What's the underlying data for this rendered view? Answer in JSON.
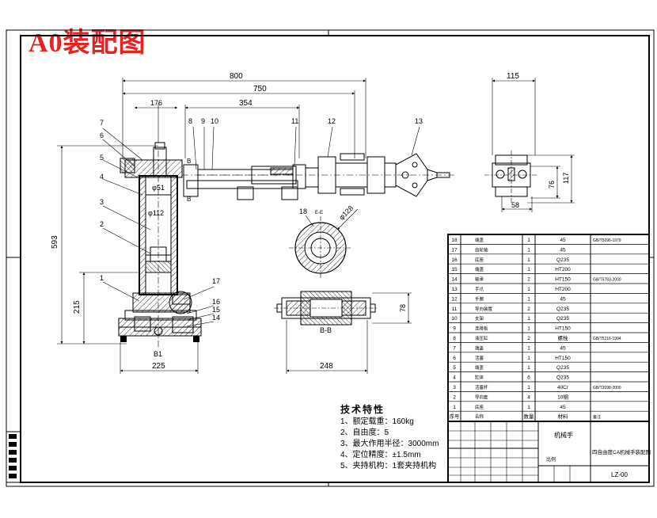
{
  "title": "A0装配图",
  "dims": {
    "d800": "800",
    "d750": "750",
    "d354": "354",
    "d176": "176",
    "d593": "593",
    "d215": "215",
    "d225": "225",
    "d248": "248",
    "d115": "115",
    "d76": "76",
    "d117": "117",
    "d58": "58",
    "d78": "78",
    "phi128": "φ128",
    "phi51": "φ51",
    "phi112": "φ112"
  },
  "section_labels": {
    "bb": "B-B",
    "b": "B",
    "b1": "B1",
    "ee": "E-E"
  },
  "balloons": [
    "1",
    "2",
    "3",
    "4",
    "5",
    "6",
    "7",
    "8",
    "9",
    "10",
    "11",
    "12",
    "13",
    "14",
    "15",
    "16",
    "17",
    "18"
  ],
  "tech": {
    "heading": "技术特性",
    "items": [
      "1、额定载重：160kg",
      "2、自由度：5",
      "3、最大作用半径：3000mm",
      "4、定位精度：±1.5mm",
      "5、夹持机构：1套夹持机构"
    ]
  },
  "bom": [
    {
      "no": "18",
      "name": "端盖",
      "qty": "1",
      "mat": "45",
      "std": "GB/T5096-1979"
    },
    {
      "no": "17",
      "name": "齿轮轴",
      "qty": "1",
      "mat": "45",
      "std": ""
    },
    {
      "no": "16",
      "name": "底座",
      "qty": "1",
      "mat": "Q235",
      "std": ""
    },
    {
      "no": "15",
      "name": "端盖",
      "qty": "1",
      "mat": "HT200",
      "std": ""
    },
    {
      "no": "14",
      "name": "轴承",
      "qty": "2",
      "mat": "HT150",
      "std": "GB/T5783-2000"
    },
    {
      "no": "13",
      "name": "手爪",
      "qty": "1",
      "mat": "HT200",
      "std": ""
    },
    {
      "no": "12",
      "name": "手腕",
      "qty": "1",
      "mat": "45",
      "std": ""
    },
    {
      "no": "11",
      "name": "导向装置",
      "qty": "2",
      "mat": "Q235",
      "std": ""
    },
    {
      "no": "10",
      "name": "支架",
      "qty": "1",
      "mat": "Q235",
      "std": ""
    },
    {
      "no": "9",
      "name": "连接板",
      "qty": "1",
      "mat": "HT150",
      "std": ""
    },
    {
      "no": "8",
      "name": "液压缸",
      "qty": "2",
      "mat": "螺栓",
      "std": "GB/T5216-1994"
    },
    {
      "no": "7",
      "name": "端盖",
      "qty": "1",
      "mat": "45",
      "std": ""
    },
    {
      "no": "6",
      "name": "活塞",
      "qty": "1",
      "mat": "HT150",
      "std": ""
    },
    {
      "no": "5",
      "name": "端盖",
      "qty": "1",
      "mat": "Q235",
      "std": ""
    },
    {
      "no": "4",
      "name": "缸体",
      "qty": "6",
      "mat": "Q235",
      "std": ""
    },
    {
      "no": "3",
      "name": "活塞杆",
      "qty": "1",
      "mat": "40Cr",
      "std": "GB/T3098-2000"
    },
    {
      "no": "2",
      "name": "导向套",
      "qty": "4",
      "mat": "10钢",
      "std": ""
    },
    {
      "no": "1",
      "name": "底座",
      "qty": "1",
      "mat": "45",
      "std": ""
    }
  ],
  "bom_header": {
    "no": "序号",
    "name": "名称",
    "qty": "数量",
    "mat": "材料",
    "std": "备注"
  },
  "title_block": {
    "drawing_title": "机械手",
    "project": "四自由度CA机械手装配图",
    "drawing_no": "LZ-00",
    "scale_label": "比例"
  }
}
